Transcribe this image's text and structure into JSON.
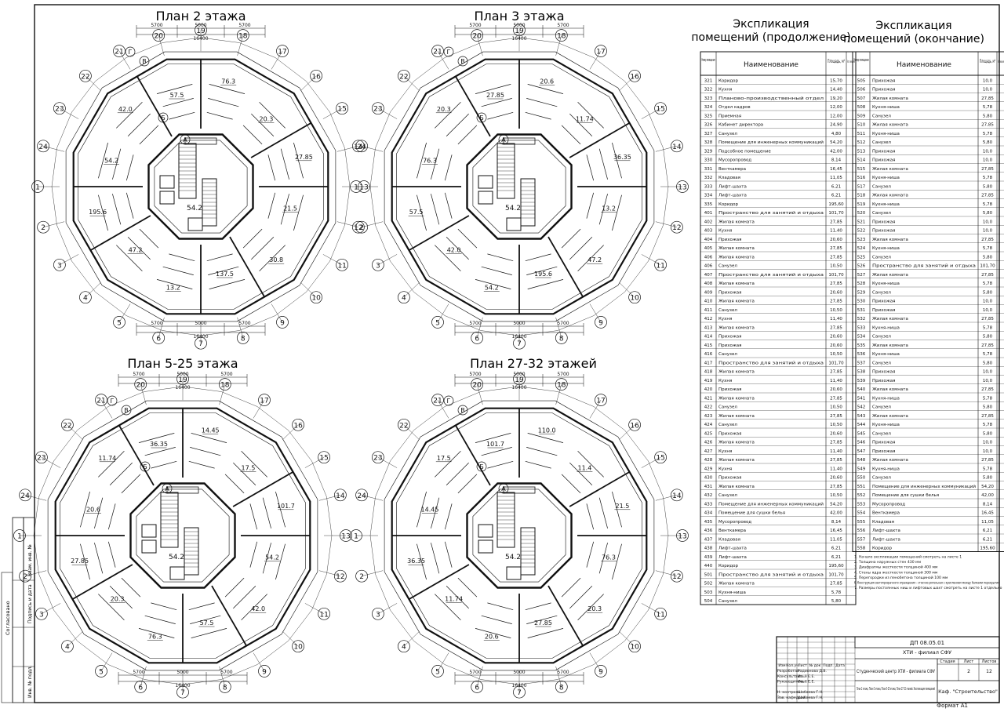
{
  "plans": [
    {
      "title": "План 2 этажа"
    },
    {
      "title": "План 3 этажа"
    },
    {
      "title": "План 5-25 этажа"
    },
    {
      "title": "План 27-32 этажей"
    }
  ],
  "axis_marks": {
    "ring_labels": [
      "1",
      "2",
      "3",
      "4",
      "5",
      "6",
      "7",
      "8",
      "9",
      "10",
      "11",
      "12",
      "13",
      "14",
      "15",
      "16",
      "17",
      "18",
      "19",
      "20",
      "21",
      "22",
      "23",
      "24"
    ],
    "letter_labels": [
      "А",
      "Б",
      "В",
      "Г"
    ],
    "dims": [
      "5700",
      "5000",
      "5700",
      "16400"
    ]
  },
  "room_areas_sample": [
    "21.5",
    "30.8",
    "137.5",
    "13.2",
    "47.2",
    "195.6",
    "54.2",
    "42.0",
    "57.5",
    "76.3",
    "20.3",
    "27.85",
    "20.6",
    "11.74",
    "36.35",
    "14.45",
    "17.5",
    "101.7",
    "110.0",
    "11.4"
  ],
  "explication": {
    "title_continued": [
      "Экспликация",
      "помещений (продолжение)"
    ],
    "title_end": [
      "Экспликация",
      "помещений (окончание)"
    ],
    "headers": {
      "num": "Номер помещения",
      "name": "Наименование",
      "area": "Площадь, м²",
      "cat": "Кат. помещения"
    },
    "rows_left": [
      [
        "321",
        "Коридор",
        "15,70"
      ],
      [
        "322",
        "Кухня",
        "14,40"
      ],
      [
        "323",
        "Планово-производственный отдел",
        "19,20"
      ],
      [
        "324",
        "Отдел кадров",
        "12,00"
      ],
      [
        "325",
        "Приемная",
        "12,00"
      ],
      [
        "326",
        "Кабинет директора",
        "24,90"
      ],
      [
        "327",
        "Санузел",
        "4,80"
      ],
      [
        "328",
        "Помещение для инженерных коммуникаций",
        "54,20"
      ],
      [
        "329",
        "Подсобное помещение",
        "42,00"
      ],
      [
        "330",
        "Мусоропровод",
        "8,14"
      ],
      [
        "331",
        "Венткамера",
        "16,45"
      ],
      [
        "332",
        "Кладовая",
        "11,05"
      ],
      [
        "333",
        "Лифт-шахта",
        "6,21"
      ],
      [
        "334",
        "Лифт-шахта",
        "6,21"
      ],
      [
        "335",
        "Коридор",
        "195,60"
      ],
      [
        "401",
        "Пространство для занятий и отдыха",
        "101,70"
      ],
      [
        "402",
        "Жилая комната",
        "27,85"
      ],
      [
        "403",
        "Кухня",
        "11,40"
      ],
      [
        "404",
        "Прихожая",
        "20,60"
      ],
      [
        "405",
        "Жилая комната",
        "27,85"
      ],
      [
        "406",
        "Жилая комната",
        "27,85"
      ],
      [
        "406",
        "Санузел",
        "10,50"
      ],
      [
        "407",
        "Пространство для занятий и отдыха",
        "101,70"
      ],
      [
        "408",
        "Жилая комната",
        "27,85"
      ],
      [
        "409",
        "Прихожая",
        "20,60"
      ],
      [
        "410",
        "Жилая комната",
        "27,85"
      ],
      [
        "411",
        "Санузел",
        "10,50"
      ],
      [
        "412",
        "Кухня",
        "11,40"
      ],
      [
        "413",
        "Жилая комната",
        "27,85"
      ],
      [
        "414",
        "Прихожая",
        "20,60"
      ],
      [
        "415",
        "Прихожая",
        "20,60"
      ],
      [
        "416",
        "Санузел",
        "10,50"
      ],
      [
        "417",
        "Пространство для занятий и отдыха",
        "101,70"
      ],
      [
        "418",
        "Жилая комната",
        "27,85"
      ],
      [
        "419",
        "Кухня",
        "11,40"
      ],
      [
        "420",
        "Прихожая",
        "20,60"
      ],
      [
        "421",
        "Жилая комната",
        "27,85"
      ],
      [
        "422",
        "Санузел",
        "10,50"
      ],
      [
        "423",
        "Жилая комната",
        "27,85"
      ],
      [
        "424",
        "Санузел",
        "10,50"
      ],
      [
        "425",
        "Прихожая",
        "20,60"
      ],
      [
        "426",
        "Жилая комната",
        "27,85"
      ],
      [
        "427",
        "Кухня",
        "11,40"
      ],
      [
        "428",
        "Жилая комната",
        "27,85"
      ],
      [
        "429",
        "Кухня",
        "11,40"
      ],
      [
        "430",
        "Прихожая",
        "20,60"
      ],
      [
        "431",
        "Жилая комната",
        "27,85"
      ],
      [
        "432",
        "Санузел",
        "10,50"
      ],
      [
        "433",
        "Помещение для инженерных коммуникаций",
        "54,20"
      ],
      [
        "434",
        "Помещение для сушки белья",
        "42,00"
      ],
      [
        "435",
        "Мусоропровод",
        "8,14"
      ],
      [
        "436",
        "Венткамера",
        "16,45"
      ],
      [
        "437",
        "Кладовая",
        "11,05"
      ],
      [
        "438",
        "Лифт-шахта",
        "6,21"
      ],
      [
        "439",
        "Лифт-шахта",
        "6,21"
      ],
      [
        "440",
        "Коридор",
        "195,60"
      ],
      [
        "501",
        "Пространство для занятий и отдыха",
        "101,70"
      ],
      [
        "502",
        "Жилая комната",
        "27,85"
      ],
      [
        "503",
        "Кухня-ниша",
        "5,78"
      ],
      [
        "504",
        "Санузел",
        "5,80"
      ]
    ],
    "rows_right": [
      [
        "505",
        "Прихожая",
        "10,0"
      ],
      [
        "506",
        "Прихожая",
        "10,0"
      ],
      [
        "507",
        "Жилая комната",
        "27,85"
      ],
      [
        "508",
        "Кухня-ниша",
        "5,78"
      ],
      [
        "509",
        "Санузел",
        "5,80"
      ],
      [
        "510",
        "Жилая комната",
        "27,85"
      ],
      [
        "511",
        "Кухня-ниша",
        "5,78"
      ],
      [
        "512",
        "Санузел",
        "5,80"
      ],
      [
        "513",
        "Прихожая",
        "10,0"
      ],
      [
        "514",
        "Прихожая",
        "10,0"
      ],
      [
        "515",
        "Жилая комната",
        "27,85"
      ],
      [
        "516",
        "Кухня-ниша",
        "5,78"
      ],
      [
        "517",
        "Санузел",
        "5,80"
      ],
      [
        "518",
        "Жилая комната",
        "27,85"
      ],
      [
        "519",
        "Кухня-ниша",
        "5,78"
      ],
      [
        "520",
        "Санузел",
        "5,80"
      ],
      [
        "521",
        "Прихожая",
        "10,0"
      ],
      [
        "522",
        "Прихожая",
        "10,0"
      ],
      [
        "523",
        "Жилая комната",
        "27,85"
      ],
      [
        "524",
        "Кухня-ниша",
        "5,78"
      ],
      [
        "525",
        "Санузел",
        "5,80"
      ],
      [
        "526",
        "Пространство для занятий и отдыха",
        "101,70"
      ],
      [
        "527",
        "Жилая комната",
        "27,85"
      ],
      [
        "528",
        "Кухня-ниша",
        "5,78"
      ],
      [
        "529",
        "Санузел",
        "5,80"
      ],
      [
        "530",
        "Прихожая",
        "10,0"
      ],
      [
        "531",
        "Прихожая",
        "10,0"
      ],
      [
        "532",
        "Жилая комната",
        "27,85"
      ],
      [
        "533",
        "Кухня-ниша",
        "5,78"
      ],
      [
        "534",
        "Санузел",
        "5,80"
      ],
      [
        "535",
        "Жилая комната",
        "27,85"
      ],
      [
        "536",
        "Кухня-ниша",
        "5,78"
      ],
      [
        "537",
        "Санузел",
        "5,80"
      ],
      [
        "538",
        "Прихожая",
        "10,0"
      ],
      [
        "539",
        "Прихожая",
        "10,0"
      ],
      [
        "540",
        "Жилая комната",
        "27,85"
      ],
      [
        "541",
        "Кухня-ниша",
        "5,78"
      ],
      [
        "542",
        "Санузел",
        "5,80"
      ],
      [
        "543",
        "Жилая комната",
        "27,85"
      ],
      [
        "544",
        "Кухня-ниша",
        "5,78"
      ],
      [
        "545",
        "Санузел",
        "5,80"
      ],
      [
        "546",
        "Прихожая",
        "10,0"
      ],
      [
        "547",
        "Прихожая",
        "10,0"
      ],
      [
        "548",
        "Жилая комната",
        "27,85"
      ],
      [
        "549",
        "Кухня-ниша",
        "5,78"
      ],
      [
        "550",
        "Санузел",
        "5,80"
      ],
      [
        "551",
        "Помещение для инженерных коммуникаций",
        "54,20"
      ],
      [
        "552",
        "Помещение для сушки белья",
        "42,00"
      ],
      [
        "553",
        "Мусоропровод",
        "8,14"
      ],
      [
        "554",
        "Венткамера",
        "16,45"
      ],
      [
        "555",
        "Кладовая",
        "11,05"
      ],
      [
        "556",
        "Лифт-шахта",
        "6,21"
      ],
      [
        "557",
        "Лифт-шахта",
        "6,21"
      ],
      [
        "558",
        "Коридор",
        "195,60"
      ]
    ],
    "notes": [
      "1. Начало экспликации помещений смотреть на листе 1",
      "2. Толщина наружных стен 430 мм",
      "3. Диафрагмы жесткости толщиной 400 мм",
      "4. Стены ядра жесткости толщиной 300 мм",
      "5. Перегородки из пенобетона толщиной 100 мм",
      "6. Конструкция светопрозрачного ограждения - стоечно-ригельная с креплением между балками перекрытия",
      "7. Размеры постоянных ниш и лифтовых шахт смотреть на листе 1 отдельно"
    ]
  },
  "title_block": {
    "code": "ДП 08.05.01",
    "org": "ХТИ - филиал СФУ",
    "project": "Студенческий центр ХТИ - филиала СФУ",
    "sheet_title": "План 2 этажа, План 3 этажа, План 5-25 этажа, План 27-32 этажей. Экспликация помещений",
    "dept": "Каф. \"Строительство\"",
    "stage_h": "Стадия",
    "sheet_h": "Лист",
    "sheets_h": "Листов",
    "stage_v": "",
    "sheet_v": "2",
    "sheets_v": "12",
    "cols": [
      "Изм",
      "Кол.уч",
      "Лист",
      "№ док",
      "Подп.",
      "Дата"
    ],
    "roles": [
      [
        "Разработал",
        "Радионова Д.В."
      ],
      [
        "Консультант",
        "Ивьё Е.Е."
      ],
      [
        "Руководитель",
        "Ивьё Е.Е."
      ],
      [
        "",
        ""
      ],
      [
        "Н. контроль",
        "Шибаева Г.Н."
      ],
      [
        "Зав. кафедрой",
        "Шибаева Г.Н."
      ]
    ],
    "format": "Формат А1"
  },
  "left_stamp": [
    "Согласовано",
    "Взам. инв. №",
    "Подпись и дата",
    "Инв. № подл."
  ]
}
